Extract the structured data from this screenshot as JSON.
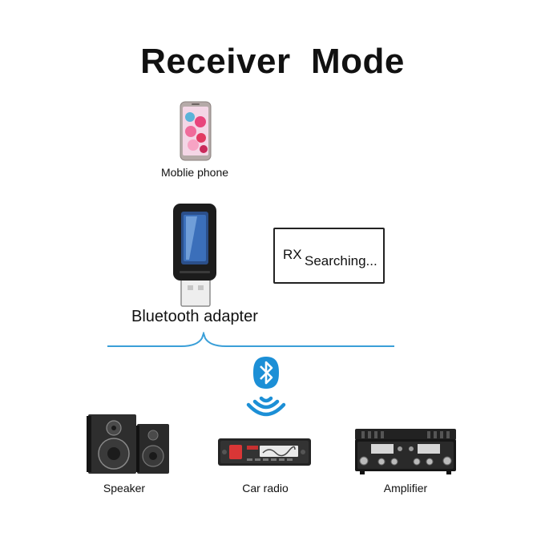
{
  "title": "Receiver  Mode",
  "phone": {
    "label": "Moblie phone"
  },
  "adapter": {
    "label": "Bluetooth adapter",
    "display_prefix": "RX",
    "display_text": "Searching..."
  },
  "devices": [
    {
      "label": "Speaker"
    },
    {
      "label": "Car radio"
    },
    {
      "label": "Amplifier"
    }
  ],
  "colors": {
    "line": "#3a9fd8",
    "bluetooth": "#1c8fd6",
    "text": "#111111"
  },
  "icons": [
    "mobile-phone-icon",
    "bluetooth-adapter-icon",
    "bluetooth-icon",
    "wireless-waves-icon",
    "speaker-icon",
    "car-radio-icon",
    "amplifier-icon"
  ]
}
